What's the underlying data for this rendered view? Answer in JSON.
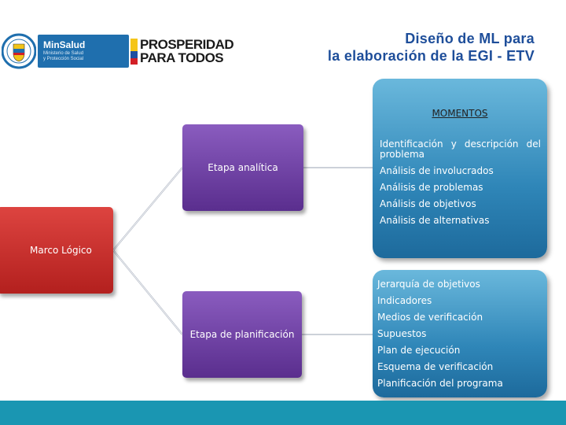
{
  "header": {
    "title_line1": "Diseño de ML para",
    "title_line2": "la elaboración de la EGI - ETV"
  },
  "logos": {
    "minsalud_title": "MinSalud",
    "minsalud_sub1": "Ministerio de Salud",
    "minsalud_sub2": "y Protección Social",
    "prosperidad_line1": "PROSPERIDAD",
    "prosperidad_line2": "PARA TODOS"
  },
  "diagram": {
    "root": "Marco Lógico",
    "stage1": "Etapa analítica",
    "stage2": "Etapa de planificación",
    "moments_title": "MOMENTOS",
    "stage1_items": [
      "Identificación y descripción del problema",
      "Análisis de involucrados",
      "Análisis de problemas",
      "Análisis de objetivos",
      "Análisis de alternativas"
    ],
    "stage2_items": [
      "Jerarquía de objetivos",
      "Indicadores",
      "Medios de verificación",
      "Supuestos",
      "Plan de ejecución",
      "Esquema de verificación",
      "Planificación del programa"
    ]
  },
  "colors": {
    "title": "#1e4e9a",
    "purple": "#6e42a6",
    "red": "#c62e2b",
    "blue": "#2f86b8",
    "bottom_bar": "#1a96b2"
  }
}
